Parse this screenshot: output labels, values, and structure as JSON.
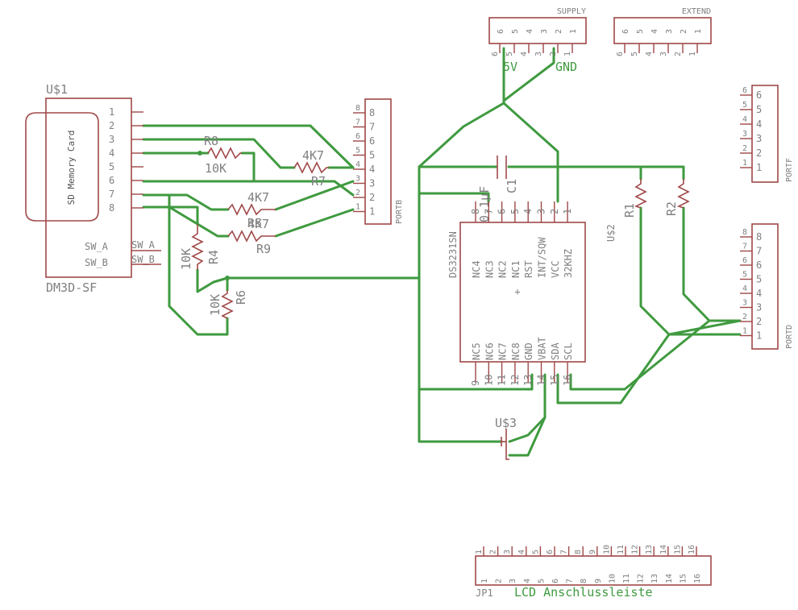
{
  "sd_card": {
    "ref": "U$1",
    "value": "DM3D-SF",
    "label": "SD Memory Card",
    "pins": [
      "1",
      "2",
      "3",
      "4",
      "5",
      "6",
      "7",
      "8"
    ],
    "sw_pins": [
      "SW_A",
      "SW_B"
    ]
  },
  "rtc": {
    "ref": "U$2",
    "value": "DS3231SN",
    "top_pin_names": [
      "NC4",
      "NC3",
      "NC2",
      "NC1",
      "RST",
      "INT/SQW",
      "VCC",
      "32KHZ"
    ],
    "top_pin_numbers": [
      "8",
      "7",
      "6",
      "5",
      "4",
      "3",
      "2",
      "1"
    ],
    "bottom_pin_names": [
      "NC5",
      "NC6",
      "NC7",
      "NC8",
      "GND",
      "VBAT",
      "SDA",
      "SCL"
    ],
    "bottom_pin_numbers": [
      "9",
      "10",
      "11",
      "12",
      "13",
      "14",
      "15",
      "16"
    ]
  },
  "battery": {
    "ref": "U$3"
  },
  "capacitor": {
    "ref": "C1",
    "value": "0.1µF"
  },
  "resistors": {
    "r1": "R1",
    "r2": "R2",
    "r4": "R4",
    "r4_value": "10K",
    "r6": "R6",
    "r6_value": "10K",
    "r7": "R7",
    "r7_value": "4K7",
    "r8": "R8",
    "r8_value": "10K",
    "r9": "R9",
    "r9_value": "4K7",
    "r5": "R5",
    "r5_value": "4K7"
  },
  "headers": {
    "supply": {
      "label": "SUPPLY",
      "pins": [
        "6",
        "5",
        "4",
        "3",
        "2",
        "1"
      ],
      "bottom_pins": [
        "6",
        "5",
        "4",
        "3",
        "2",
        "1"
      ]
    },
    "extend": {
      "label": "EXTEND",
      "pins": [
        "6",
        "5",
        "4",
        "3",
        "2",
        "1"
      ],
      "bottom_pins": [
        "6",
        "5",
        "4",
        "3",
        "2",
        "1"
      ]
    },
    "portf": {
      "label": "PORTF",
      "pins": [
        "6",
        "5",
        "4",
        "3",
        "2",
        "1"
      ],
      "outer_pins": [
        "6",
        "5",
        "4",
        "3",
        "2",
        "1"
      ]
    },
    "portb": {
      "label": "PORTB",
      "pins": [
        "8",
        "7",
        "6",
        "5",
        "4",
        "3",
        "2",
        "1"
      ],
      "outer_pins": [
        "8",
        "7",
        "6",
        "5",
        "4",
        "3",
        "2",
        "1"
      ]
    },
    "portd": {
      "label": "PORTD",
      "pins": [
        "8",
        "7",
        "6",
        "5",
        "4",
        "3",
        "2",
        "1"
      ],
      "outer_pins": [
        "8",
        "7",
        "6",
        "5",
        "4",
        "3",
        "2",
        "1"
      ]
    },
    "jp1": {
      "label": "JP1",
      "pins": [
        "1",
        "2",
        "3",
        "4",
        "5",
        "6",
        "7",
        "8",
        "9",
        "10",
        "11",
        "12",
        "13",
        "14",
        "15",
        "16"
      ]
    }
  },
  "net_labels": {
    "v5": "5V",
    "gnd": "GND",
    "lcd": "LCD Anschlussleiste"
  },
  "colors": {
    "part": "#a04848",
    "wire": "#3f9a3f",
    "text": "#808080",
    "background": "#ffffff"
  }
}
